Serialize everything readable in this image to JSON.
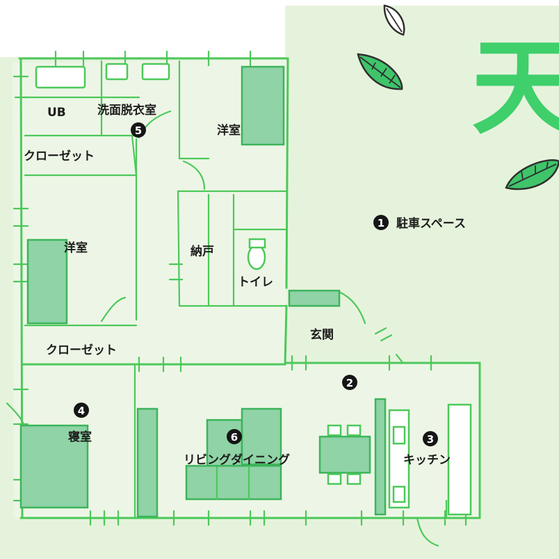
{
  "corner_character": "天",
  "labels": {
    "ub": "UB",
    "washroom": "洗面脱衣室",
    "western_room_top": "洋室",
    "closet_top": "クローゼット",
    "western_room_left": "洋室",
    "storage": "納戸",
    "toilet": "トイレ",
    "parking": "駐車スペース",
    "entrance": "玄関",
    "closet_bottom": "クローゼット",
    "bedroom": "寝室",
    "living_dining": "リビングダイニング",
    "kitchen": "キッチン"
  },
  "markers": {
    "parking": "1",
    "hallway": "2",
    "kitchen": "3",
    "bedroom": "4",
    "washroom": "5",
    "living": "6"
  },
  "colors": {
    "background": "#e6f3dc",
    "wall": "#4cc85a",
    "furniture": "#8fd3a6",
    "accent": "#3fcf6b"
  }
}
